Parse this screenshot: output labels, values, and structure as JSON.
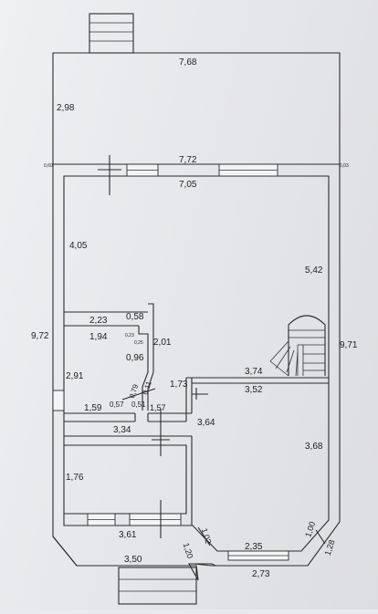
{
  "diagram": {
    "dimensions": [
      {
        "id": "terrace-width",
        "text": "7,68"
      },
      {
        "id": "terrace-depth",
        "text": "2,98"
      },
      {
        "id": "left-offset",
        "text": "0,60"
      },
      {
        "id": "right-offset",
        "text": "0,03"
      },
      {
        "id": "house-width-outer",
        "text": "7,72"
      },
      {
        "id": "house-width-inner",
        "text": "7,05"
      },
      {
        "id": "left-upper",
        "text": "4,05"
      },
      {
        "id": "right-upper",
        "text": "5,42"
      },
      {
        "id": "left-outer",
        "text": "9,72"
      },
      {
        "id": "right-outer",
        "text": "9,71"
      },
      {
        "id": "room-left-top",
        "text": "2,23"
      },
      {
        "id": "room-left-bottom",
        "text": "1,94"
      },
      {
        "id": "stub-top",
        "text": "0,58"
      },
      {
        "id": "stub-small-a",
        "text": "0,23"
      },
      {
        "id": "stub-small-b",
        "text": "0,25"
      },
      {
        "id": "partition-length",
        "text": "2,01"
      },
      {
        "id": "partition-lower",
        "text": "0,96"
      },
      {
        "id": "left-mid",
        "text": "2,91"
      },
      {
        "id": "door-diag",
        "text": "0,79"
      },
      {
        "id": "door-diag-b",
        "text": "0,11"
      },
      {
        "id": "stair-wall",
        "text": "3,74"
      },
      {
        "id": "stair-inner",
        "text": "3,52"
      },
      {
        "id": "kitchen-side",
        "text": "1,73"
      },
      {
        "id": "bath-width",
        "text": "1,59"
      },
      {
        "id": "bath-gap-a",
        "text": "0,57"
      },
      {
        "id": "bath-gap-b",
        "text": "0,51"
      },
      {
        "id": "bath-gap-c",
        "text": "1,57"
      },
      {
        "id": "hall-width",
        "text": "3,34"
      },
      {
        "id": "room-right-left",
        "text": "3,64"
      },
      {
        "id": "room-right-right",
        "text": "3,68"
      },
      {
        "id": "hall-depth",
        "text": "1,76"
      },
      {
        "id": "bottom-left-width",
        "text": "3,61"
      },
      {
        "id": "bay-left-diag",
        "text": "1,02"
      },
      {
        "id": "bay-right-diag",
        "text": "1,00"
      },
      {
        "id": "bay-inner",
        "text": "2,35"
      },
      {
        "id": "bay-left-outer",
        "text": "1,20"
      },
      {
        "id": "bay-right-outer",
        "text": "1,28"
      },
      {
        "id": "bottom-width",
        "text": "3,50"
      },
      {
        "id": "bay-outer",
        "text": "2,73"
      }
    ]
  }
}
